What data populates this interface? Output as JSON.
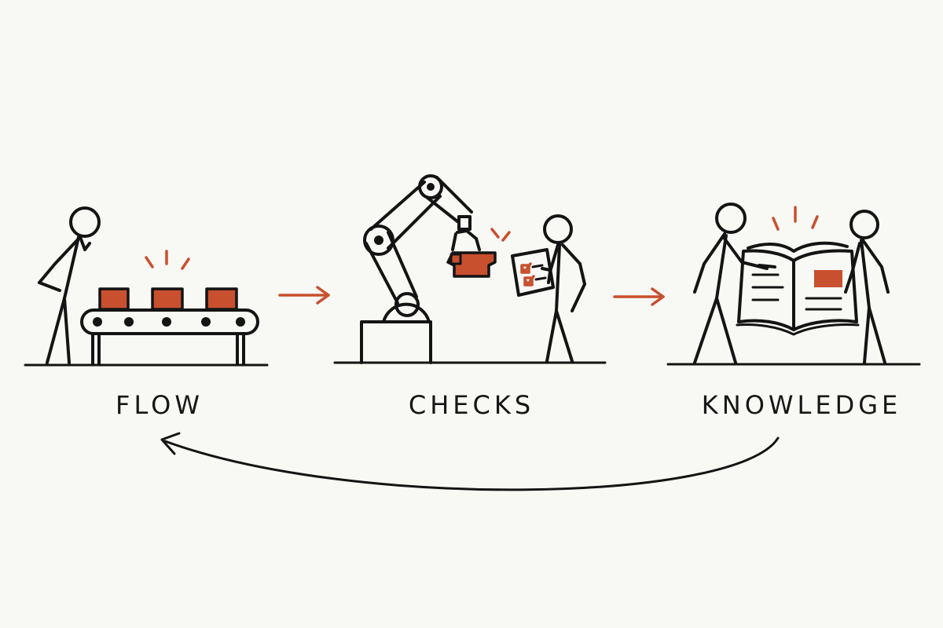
{
  "diagram": {
    "stages": [
      {
        "id": "flow",
        "label": "FLOW",
        "icon": "conveyor-inspector-icon"
      },
      {
        "id": "checks",
        "label": "CHECKS",
        "icon": "robot-arm-checklist-icon"
      },
      {
        "id": "knowledge",
        "label": "KNOWLEDGE",
        "icon": "people-book-icon"
      }
    ],
    "connections": [
      {
        "from": "flow",
        "to": "checks"
      },
      {
        "from": "checks",
        "to": "knowledge"
      },
      {
        "from": "knowledge",
        "to": "flow",
        "style": "feedback-loop"
      }
    ],
    "colors": {
      "background": "#f8f8f5",
      "ink": "#141414",
      "accent": "#c8502f"
    }
  }
}
